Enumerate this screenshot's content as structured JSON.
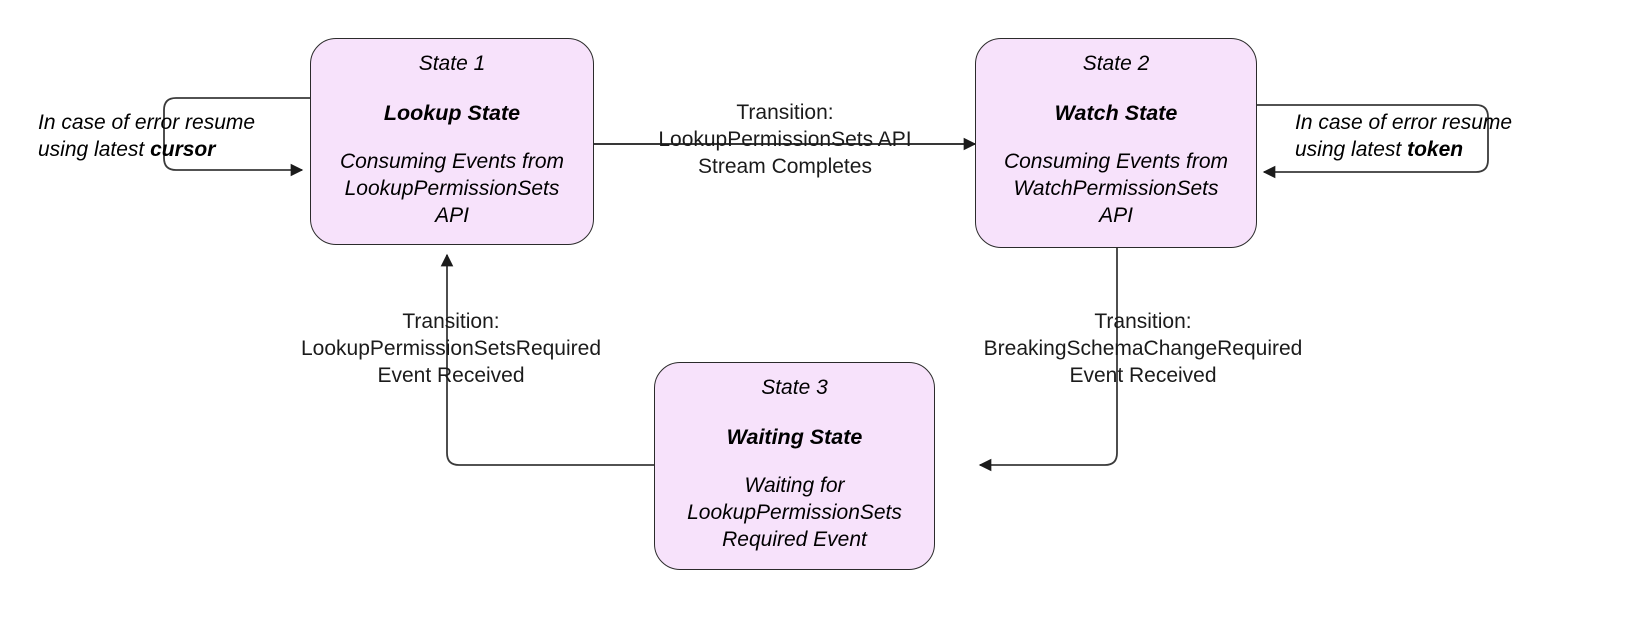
{
  "diagram": {
    "title": "Permission Sets Consumer State Machine",
    "colors": {
      "state_fill": "#f7e2fb",
      "state_stroke": "#2b2b2b",
      "edge_stroke": "#3a3a3a",
      "text": "#000000",
      "background": "#ffffff"
    }
  },
  "states": [
    {
      "id": "State 1",
      "title": "Lookup State",
      "description": "Consuming Events from\nLookupPermissionSets\nAPI"
    },
    {
      "id": "State 2",
      "title": "Watch State",
      "description": "Consuming Events from\nWatchPermissionSets\nAPI"
    },
    {
      "id": "State 3",
      "title": "Waiting State",
      "description": "Waiting for\nLookupPermissionSets\nRequired Event"
    }
  ],
  "transitions": [
    {
      "name": "lookup-to-watch",
      "from": "State 1",
      "to": "State 2",
      "label": "Transition:\nLookupPermissionSets API\nStream Completes"
    },
    {
      "name": "watch-to-waiting",
      "from": "State 2",
      "to": "State 3",
      "label": "Transition:\nBreakingSchemaChangeRequired\nEvent Received"
    },
    {
      "name": "waiting-to-lookup",
      "from": "State 3",
      "to": "State 1",
      "label": "Transition:\nLookupPermissionSetsRequired\nEvent Received"
    }
  ],
  "notes": [
    {
      "name": "lookup-error-resume",
      "attached_to": "State 1",
      "text_prefix": "In case of error resume\nusing latest ",
      "text_emphasis": "cursor"
    },
    {
      "name": "watch-error-resume",
      "attached_to": "State 2",
      "text_prefix": "In case of error resume\nusing latest ",
      "text_emphasis": "token"
    }
  ]
}
